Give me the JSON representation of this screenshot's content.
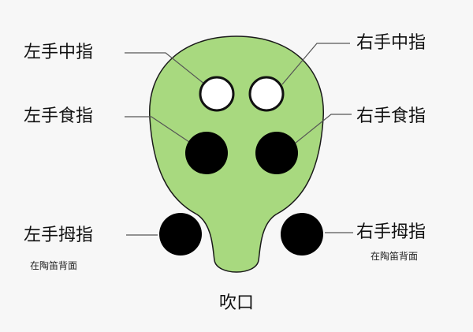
{
  "labels": {
    "left_middle": "左手中指",
    "right_middle": "右手中指",
    "left_index": "左手食指",
    "right_index": "右手食指",
    "left_thumb": "左手拇指",
    "right_thumb": "右手拇指",
    "left_thumb_note": "在陶笛背面",
    "right_thumb_note": "在陶笛背面",
    "mouthpiece": "吹口"
  },
  "colors": {
    "body": "#a8d97f",
    "outline": "#1a1a1a",
    "hole_open": "#ffffff",
    "hole_closed": "#000000",
    "leader": "#555555"
  },
  "holes": {
    "left_middle": "open",
    "right_middle": "open",
    "left_index": "closed",
    "right_index": "closed",
    "left_thumb": "closed",
    "right_thumb": "closed"
  }
}
